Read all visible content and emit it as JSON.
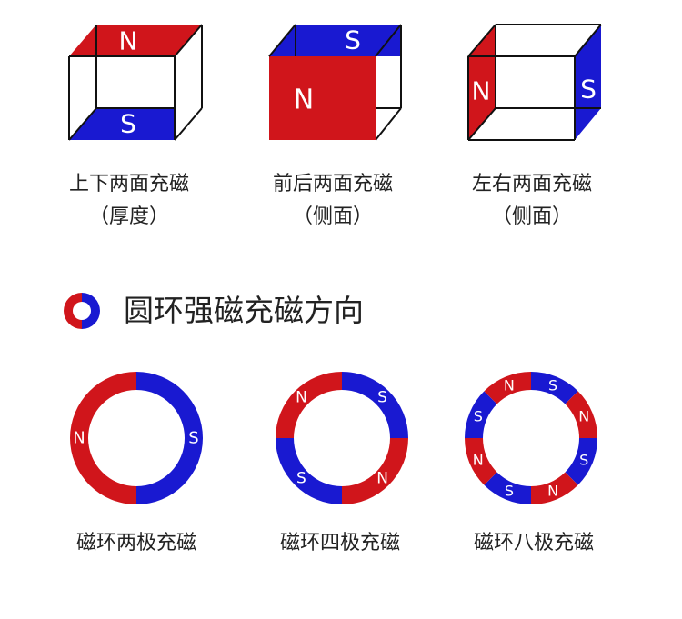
{
  "colors": {
    "north": "#d0151b",
    "south": "#1919d1",
    "edge": "#111111",
    "background": "#ffffff"
  },
  "pole_labels": {
    "north": "N",
    "south": "S"
  },
  "cubes": [
    {
      "caption_line1": "上下两面充磁",
      "caption_line2": "（厚度）",
      "magnetized_faces": "top/bottom"
    },
    {
      "caption_line1": "前后两面充磁",
      "caption_line2": "（侧面）",
      "magnetized_faces": "front/back"
    },
    {
      "caption_line1": "左右两面充磁",
      "caption_line2": "（侧面）",
      "magnetized_faces": "left/right"
    }
  ],
  "section": {
    "title": "圆环强磁充磁方向",
    "icon": "ring-magnet-icon"
  },
  "rings": [
    {
      "caption": "磁环两极充磁",
      "poles": 2
    },
    {
      "caption": "磁环四极充磁",
      "poles": 4
    },
    {
      "caption": "磁环八极充磁",
      "poles": 8
    }
  ]
}
